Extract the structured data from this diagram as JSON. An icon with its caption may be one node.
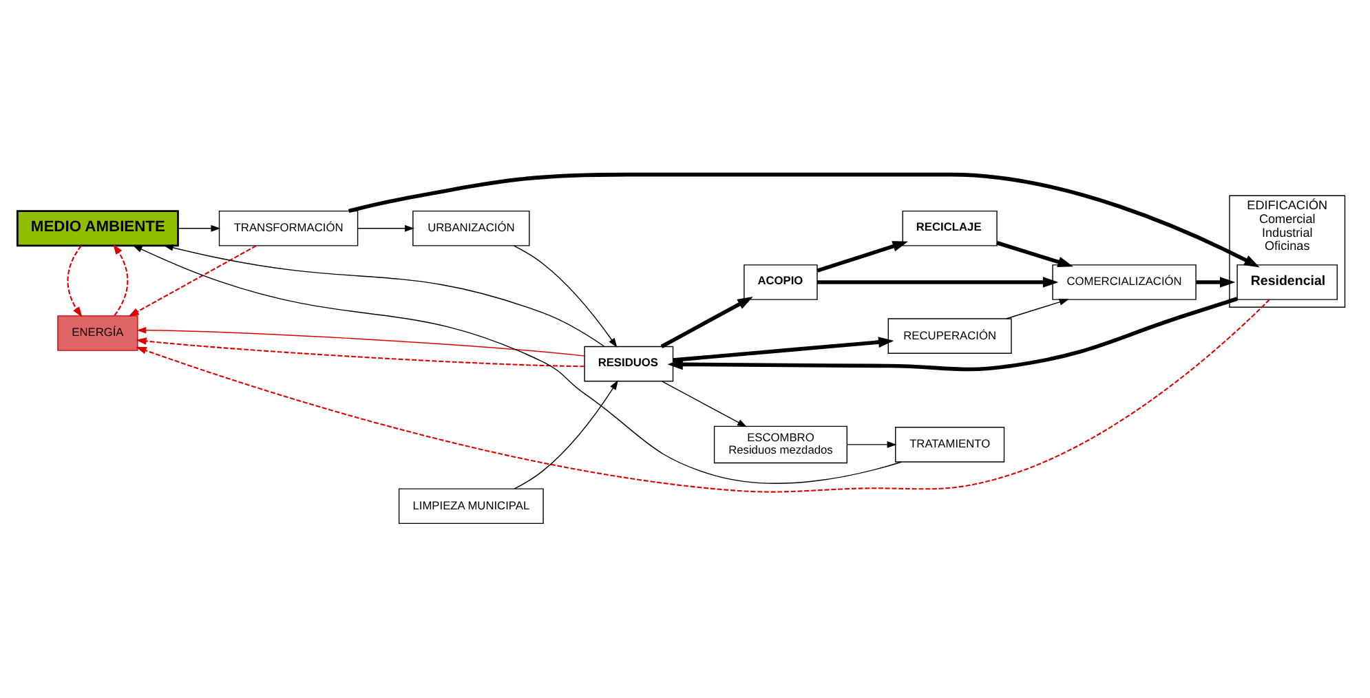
{
  "diagram": {
    "nodes": [
      {
        "text": [
          "MEDIO AMBIENTE"
        ]
      },
      {
        "text": [
          "ENERGÍA"
        ]
      },
      {
        "text": [
          "ESCOMBRO",
          "Residuos mezdados"
        ]
      },
      {
        "text": [
          "TRANSFORMACIÓN"
        ]
      },
      {
        "text": [
          "URBANIZACIÓN"
        ]
      },
      {
        "text": [
          "EDIFICACIÓN",
          "Comercial",
          "Industrial",
          "Oficinas"
        ]
      },
      {
        "text": [
          "Residencial"
        ],
        "in": 5
      },
      {
        "text": [
          "LIMPIEZA MUNICIPAL"
        ]
      },
      {
        "text": [
          "RESIDUOS"
        ]
      },
      {
        "text": [
          "RECICLAJE"
        ]
      },
      {
        "text": [
          "ACOPIO"
        ]
      },
      {
        "text": [
          "RECUPERACIÓN"
        ]
      },
      {
        "text": [
          "COMERCIALIZACIÓN"
        ]
      },
      {
        "text": [
          "TRATAMIENTO"
        ]
      }
    ],
    "edges": [
      {
        "from": 1,
        "to": 0,
        "arrow": "to",
        "style": "dashed",
        "color": "#dd0000"
      },
      {
        "from": 0,
        "to": 1,
        "arrow": "to",
        "style": "dashed",
        "color": "#dd0000"
      },
      {
        "from": 3,
        "to": 1,
        "arrow": "to",
        "style": "dashed",
        "color": "#dd0000"
      },
      {
        "from": 6,
        "to": 1,
        "arrow": "to",
        "style": "dashed",
        "color": "#dd0000"
      },
      {
        "from": 8,
        "to": 1,
        "arrow": "to",
        "style": "dashed",
        "color": "#dd0000"
      },
      {
        "from": 8,
        "to": 1,
        "arrow": "to",
        "color": "#dd0000"
      },
      {
        "from": 8,
        "to": 0,
        "arrow": "to"
      },
      {
        "from": 8,
        "to": 2,
        "arrow": "to"
      },
      {
        "from": 0,
        "to": 3,
        "arrow": "to"
      },
      {
        "from": 3,
        "to": 4,
        "arrow": "to"
      },
      {
        "from": 3,
        "to": 6,
        "arrow": "to",
        "style": "thick"
      },
      {
        "from": 4,
        "to": 8,
        "arrow": "to"
      },
      {
        "from": 7,
        "to": 8,
        "arrow": "to"
      },
      {
        "from": 6,
        "to": 8,
        "arrow": "to",
        "style": "thick"
      },
      {
        "from": 8,
        "to": 10,
        "arrow": "to",
        "style": "thick"
      },
      {
        "from": 8,
        "to": 11,
        "arrow": "to",
        "style": "thick"
      },
      {
        "from": 10,
        "to": 9,
        "arrow": "to",
        "style": "thick"
      },
      {
        "from": 10,
        "to": 12,
        "arrow": "to",
        "style": "thick"
      },
      {
        "from": 9,
        "to": 12,
        "arrow": "to",
        "style": "thick"
      },
      {
        "from": 11,
        "to": 12,
        "arrow": "to"
      },
      {
        "from": 12,
        "to": 5,
        "arrow": "to",
        "style": "thick"
      },
      {
        "from": 2,
        "to": 13,
        "arrow": "to"
      },
      {
        "from": 13,
        "to": 0,
        "arrow": "to"
      }
    ]
  }
}
